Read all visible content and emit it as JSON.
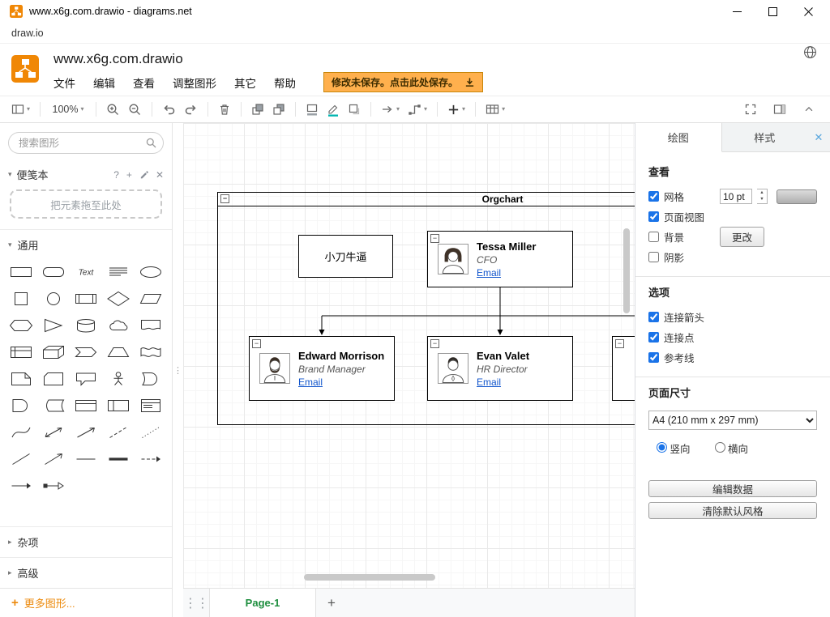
{
  "window": {
    "title": "www.x6g.com.drawio - diagrams.net",
    "menu": "draw.io"
  },
  "header": {
    "title": "www.x6g.com.drawio",
    "menus": [
      "文件",
      "编辑",
      "查看",
      "调整图形",
      "其它",
      "帮助"
    ],
    "save_banner": "修改未保存。点击此处保存。"
  },
  "toolbar": {
    "zoom_level": "100%"
  },
  "sidebar": {
    "search": {
      "placeholder": "搜索图形"
    },
    "scratchpad": {
      "title": "便笺本",
      "hint": "把元素拖至此处"
    },
    "sections": {
      "general": "通用",
      "misc": "杂项",
      "advanced": "高级"
    },
    "more_shapes": "更多图形...",
    "shapes": [
      "rectangle",
      "rounded-rectangle",
      "text",
      "textbox",
      "ellipse",
      "square",
      "circle",
      "process",
      "diamond",
      "parallelogram",
      "hexagon",
      "triangle",
      "cylinder",
      "cloud",
      "document",
      "internal-storage",
      "cube",
      "step",
      "trapezoid",
      "tape",
      "note",
      "card",
      "callout",
      "actor",
      "or",
      "and",
      "data-storage",
      "container",
      "vertical-container",
      "list",
      "curve",
      "bidirectional-arrow",
      "arrow",
      "dashed-line",
      "dotted-line",
      "diagonal-line",
      "diagonal-arrow",
      "line",
      "link",
      "dashed-edge",
      "edge",
      "arrow-edge"
    ]
  },
  "canvas": {
    "container_title": "Orgchart",
    "nodes": [
      {
        "name": "小刀牛逼"
      },
      {
        "name": "Tessa Miller",
        "role": "CFO",
        "link": "Email"
      },
      {
        "name": "Edward Morrison",
        "role": "Brand Manager",
        "link": "Email"
      },
      {
        "name": "Evan Valet",
        "role": "HR Director",
        "link": "Email"
      }
    ]
  },
  "panel": {
    "tabs": {
      "diagram": "绘图",
      "style": "样式"
    },
    "view": {
      "heading": "查看",
      "grid": "网格",
      "grid_checked": true,
      "grid_size": "10 pt",
      "page_view": "页面视图",
      "page_view_checked": true,
      "background": "背景",
      "change": "更改",
      "shadow": "阴影"
    },
    "options": {
      "heading": "选项",
      "connection_arrows": "连接箭头",
      "connection_arrows_checked": true,
      "connection_points": "连接点",
      "connection_points_checked": true,
      "guides": "参考线",
      "guides_checked": true
    },
    "page": {
      "heading": "页面尺寸",
      "size": "A4 (210 mm x 297 mm)",
      "portrait": "竖向",
      "portrait_checked": true,
      "landscape": "横向"
    },
    "buttons": {
      "edit_data": "编辑数据",
      "clear_default_style": "清除默认风格"
    }
  },
  "footer": {
    "page_tab": "Page-1"
  }
}
